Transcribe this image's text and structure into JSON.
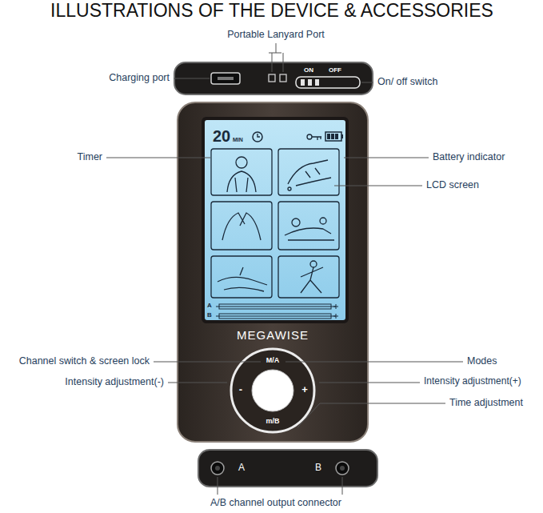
{
  "diagram": {
    "title": "ILLUSTRATIONS OF THE DEVICE & ACCESSORIES",
    "labels": [
      "Portable Lanyard Port",
      "Charging port",
      "ON",
      "OFF",
      "On/ off switch",
      "20",
      "MIN",
      "Timer",
      "Battery indicator",
      "LCD screen",
      "A",
      "B",
      "MEGAWISE",
      "M/A",
      "-",
      "+",
      "m/B",
      "Channel switch & screen lock",
      "Modes",
      "Intensity adjustment(-)",
      "Intensity adjustment(+)",
      "Time adjustment",
      "A",
      "B",
      "A/B channel output connector"
    ]
  }
}
